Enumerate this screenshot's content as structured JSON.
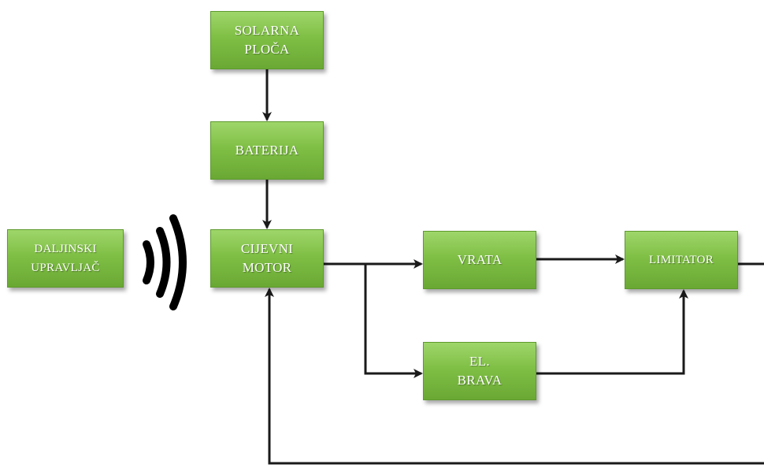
{
  "diagram": {
    "blocks": {
      "solar_panel": {
        "line1": "SOLARNA",
        "line2": "PLOČA"
      },
      "battery": {
        "line1": "BATERIJA"
      },
      "tubular_motor": {
        "line1": "CIJEVNI",
        "line2": "MOTOR"
      },
      "remote_control": {
        "line1": "DALJINSKI",
        "line2": "UPRAVLJAČ"
      },
      "door": {
        "line1": "VRATA"
      },
      "limiter": {
        "line1": "LIMITATOR"
      },
      "electric_lock": {
        "line1": "EL.",
        "line2": "BRAVA"
      }
    },
    "colors": {
      "block_fill": "#7fbf45",
      "block_border": "#5d9a2c",
      "line": "#1a1a1a",
      "text": "#ffffff"
    },
    "icons": [
      "wireless-signal-icon"
    ]
  }
}
